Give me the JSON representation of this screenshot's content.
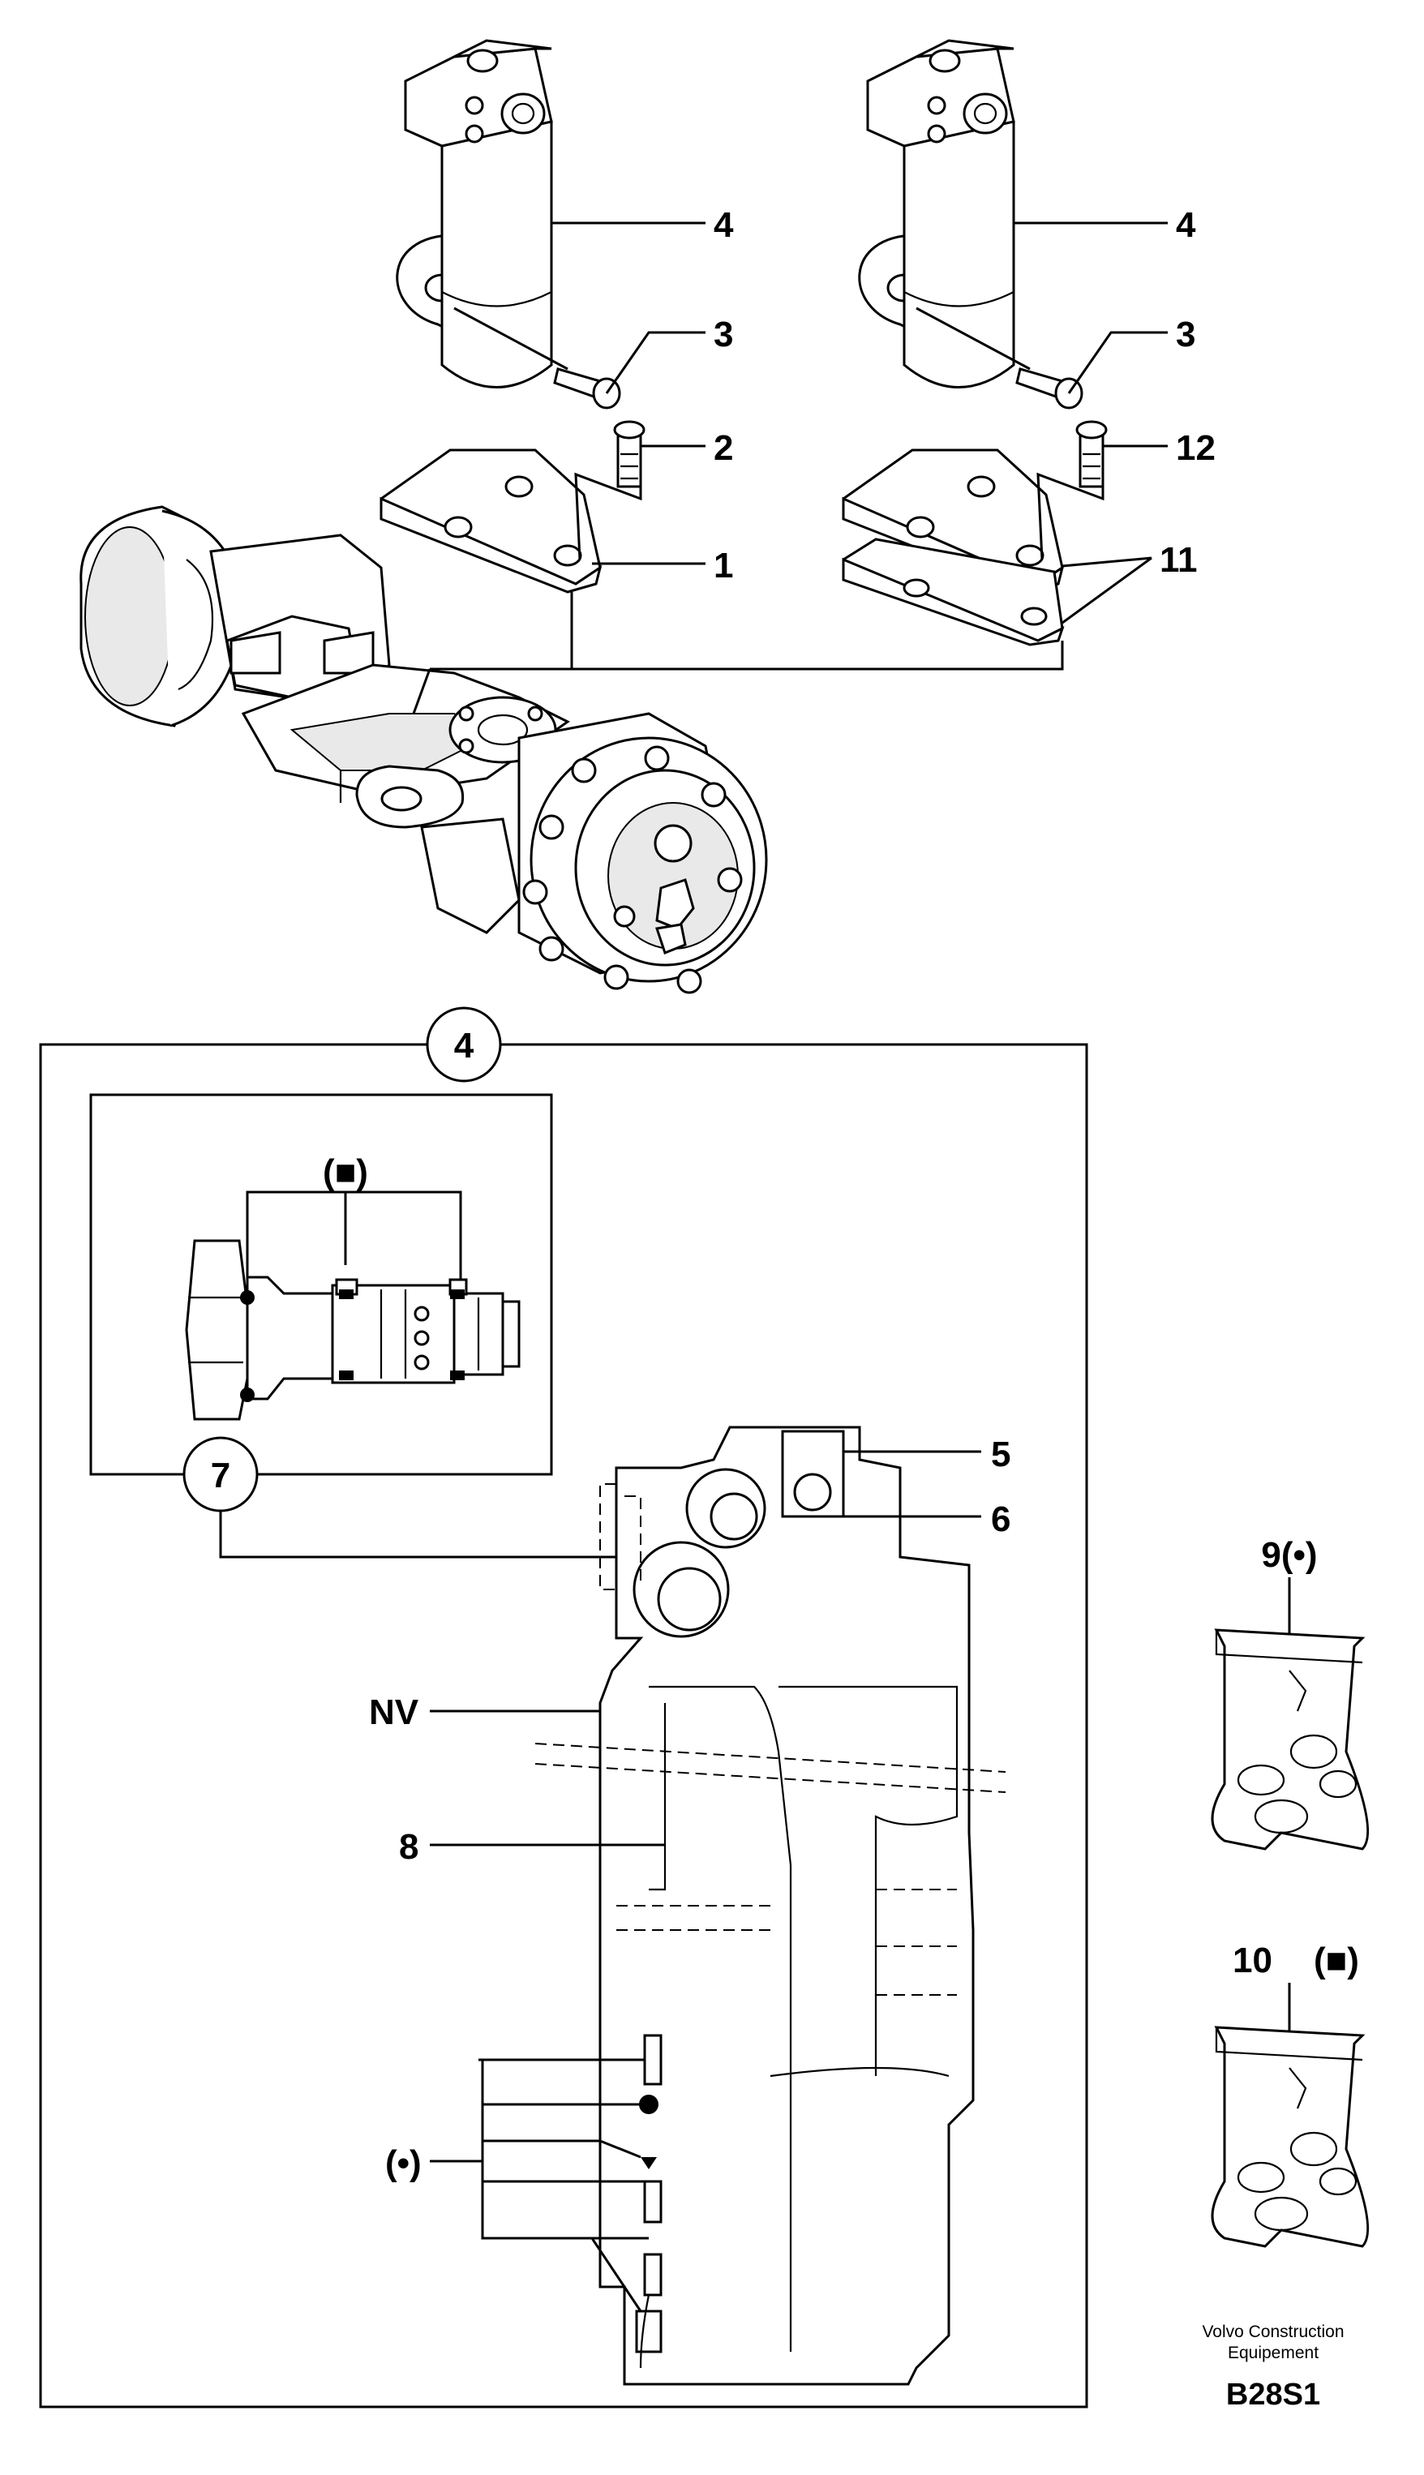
{
  "callouts": {
    "c4a": "4",
    "c3a": "3",
    "c2": "2",
    "c1": "1",
    "c4b": "4",
    "c3b": "3",
    "c12": "12",
    "c11": "11",
    "detail4": "4",
    "detail7": "7",
    "c5": "5",
    "c6": "6",
    "nv": "NV",
    "c8": "8",
    "kit_square_detail": "(■)",
    "kit_dot": "(•)",
    "c9": "9(•)",
    "c10": "10",
    "c10sym": "(■)"
  },
  "footer": {
    "company_line1": "Volvo Construction",
    "company_line2": "Equipement",
    "drawing_code": "B28S1"
  }
}
